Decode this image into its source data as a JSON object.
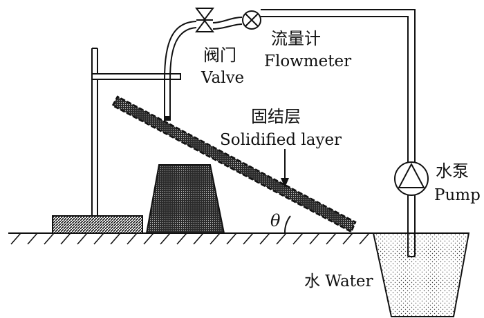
{
  "labels": {
    "valve_cn": "阀门",
    "valve_en": "Valve",
    "flowmeter_cn": "流量计",
    "flowmeter_en": "Flowmeter",
    "layer_cn": "固结层",
    "layer_en": "Solidified layer",
    "pump_cn": "水泵",
    "pump_en": "Pump",
    "water": "水 Water",
    "angle": "θ"
  },
  "colors": {
    "stroke": "#111111",
    "background": "#ffffff"
  },
  "icons": [
    "valve-icon",
    "flowmeter-icon",
    "pump-icon"
  ]
}
